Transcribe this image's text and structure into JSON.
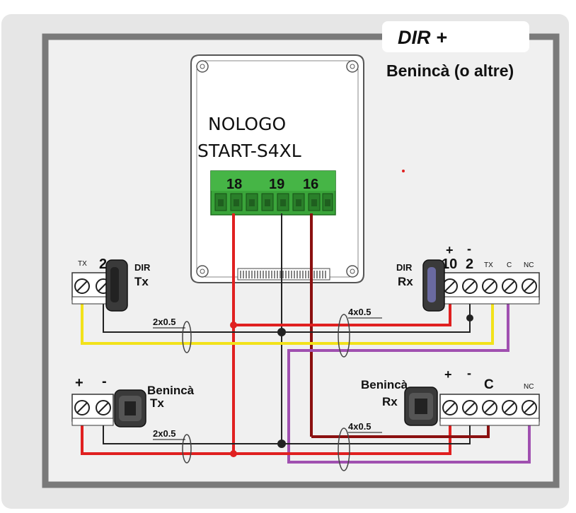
{
  "header": {
    "title": "DIR +",
    "subtitle": "Benincà (o altre)"
  },
  "controller": {
    "brand": "NOLOGO",
    "model": "START-S4XL",
    "terminals": [
      "18",
      "19",
      "16"
    ]
  },
  "dir_tx": {
    "terminals": [
      "TX",
      "2"
    ],
    "label_line1": "DIR",
    "label_line2": "Tx"
  },
  "dir_rx": {
    "terminals": [
      "10",
      "2",
      "TX",
      "C",
      "NC"
    ],
    "polarity": [
      "+",
      "-"
    ],
    "label_line1": "DIR",
    "label_line2": "Rx"
  },
  "beninca_tx": {
    "terminals": [
      "+",
      "-"
    ],
    "label_line1": "Benincà",
    "label_line2": "Tx"
  },
  "beninca_rx": {
    "terminals": [
      "+",
      "-",
      "C",
      "",
      "NC"
    ],
    "label_line1": "Benincà",
    "label_line2": "Rx"
  },
  "cables": {
    "top_left": "2x0.5",
    "top_right": "4x0.5",
    "bottom_left": "2x0.5",
    "bottom_right": "4x0.5"
  },
  "colors": {
    "frame_outer": "#e6e6e6",
    "frame_border": "#7a7a7a",
    "panel": "#f0f0f0",
    "terminal_green": "#3aa53a",
    "wire_red": "#e02020",
    "wire_darkred": "#8b1010",
    "wire_yellow": "#f2e21a",
    "wire_purple": "#a050b0",
    "wire_black": "#222222"
  }
}
